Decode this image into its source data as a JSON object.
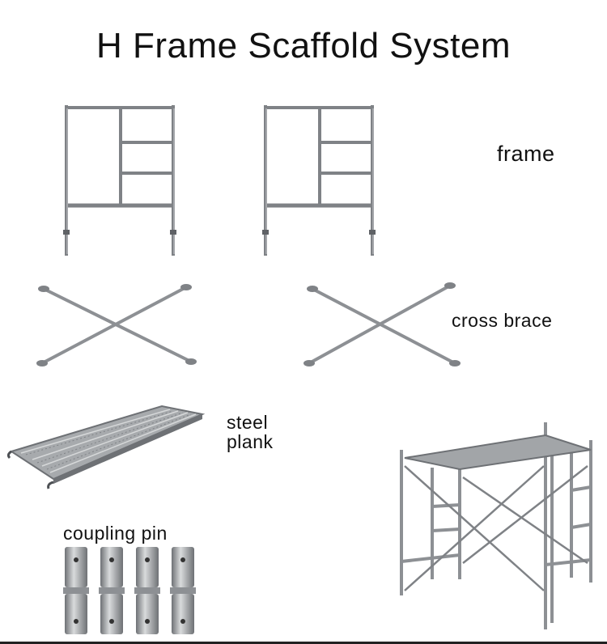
{
  "title": "H Frame Scaffold System",
  "labels": {
    "frame": "frame",
    "cross_brace": "cross brace",
    "steel_plank_line1": "steel",
    "steel_plank_line2": "plank",
    "coupling_pin": "coupling pin"
  },
  "colors": {
    "metal": "#8d9094",
    "metal_dark": "#5f6266",
    "metal_light": "#c9cbcd",
    "text": "#111111"
  }
}
